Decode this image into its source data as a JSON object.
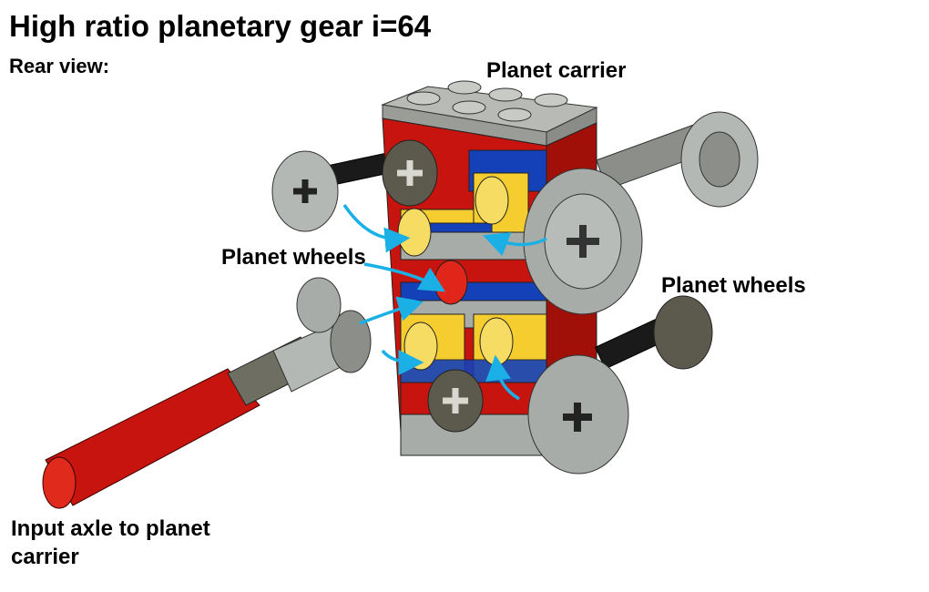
{
  "title": "High ratio planetary gear i=64",
  "subtitle": "Rear view:",
  "labels": {
    "planet_carrier": "Planet carrier",
    "planet_wheels_left": "Planet wheels",
    "planet_wheels_right": "Planet wheels",
    "input_axle": "Input axle to planet carrier"
  },
  "colors": {
    "arrow": "#1ab0e6",
    "brick_red": "#c8140e",
    "brick_blue": "#1440b8",
    "brick_yellow": "#f5cd2f",
    "light_gray": "#a8aca8",
    "dark_gray": "#5c5a4c",
    "axle_black": "#1a1a1a"
  }
}
